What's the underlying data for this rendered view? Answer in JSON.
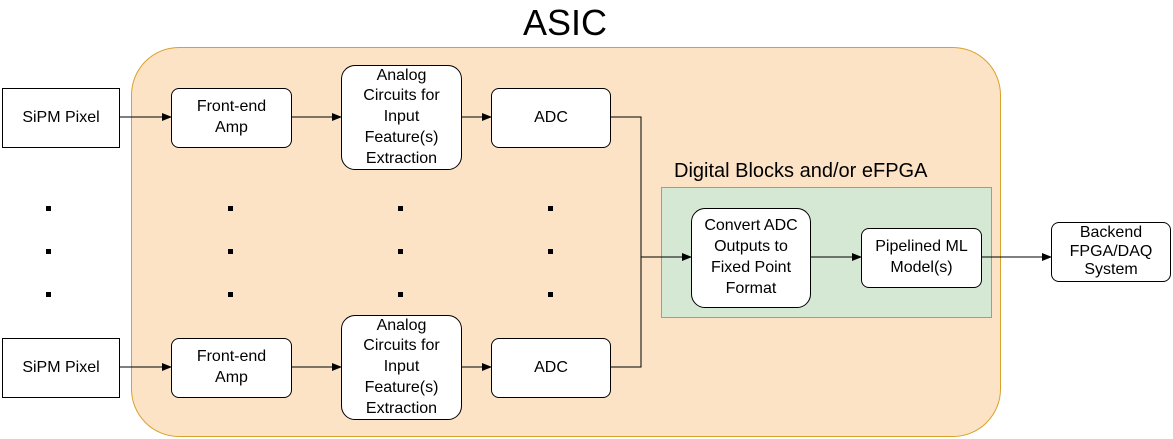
{
  "colors": {
    "asic_fill": "#fde3c5",
    "asic_border": "#d8a22a",
    "digital_fill": "#d5e8d4",
    "digital_border": "#82b366"
  },
  "asic": {
    "title": "ASIC"
  },
  "digital": {
    "title": "Digital Blocks and/or eFPGA"
  },
  "top_row": {
    "sipm": "SiPM Pixel",
    "amp": "Front-end\nAmp",
    "analog": "Analog\nCircuits for\nInput\nFeature(s)\nExtraction",
    "adc": "ADC"
  },
  "bottom_row": {
    "sipm": "SiPM Pixel",
    "amp": "Front-end\nAmp",
    "analog": "Analog\nCircuits for\nInput\nFeature(s)\nExtraction",
    "adc": "ADC"
  },
  "convert": "Convert ADC\nOutputs to\nFixed Point\nFormat",
  "ml_model": "Pipelined ML\nModel(s)",
  "backend": "Backend\nFPGA/DAQ\nSystem"
}
